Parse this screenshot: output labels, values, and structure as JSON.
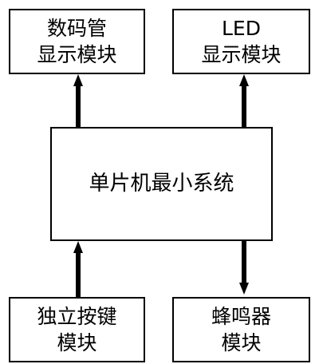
{
  "diagram": {
    "nodes": {
      "segment_display": {
        "lines": [
          "数码管",
          "显示模块"
        ]
      },
      "led_display": {
        "lines": [
          "LED",
          "显示模块"
        ]
      },
      "mcu_system": {
        "lines": [
          "单片机最小系统"
        ]
      },
      "independent_keys": {
        "lines": [
          "独立按键",
          "模块"
        ]
      },
      "buzzer": {
        "lines": [
          "蜂鸣器",
          "模块"
        ]
      }
    },
    "edges": [
      {
        "from": "mcu_system",
        "to": "segment_display"
      },
      {
        "from": "mcu_system",
        "to": "led_display"
      },
      {
        "from": "independent_keys",
        "to": "mcu_system"
      },
      {
        "from": "mcu_system",
        "to": "buzzer"
      }
    ],
    "colors": {
      "stroke": "#000000",
      "background": "#ffffff"
    }
  }
}
